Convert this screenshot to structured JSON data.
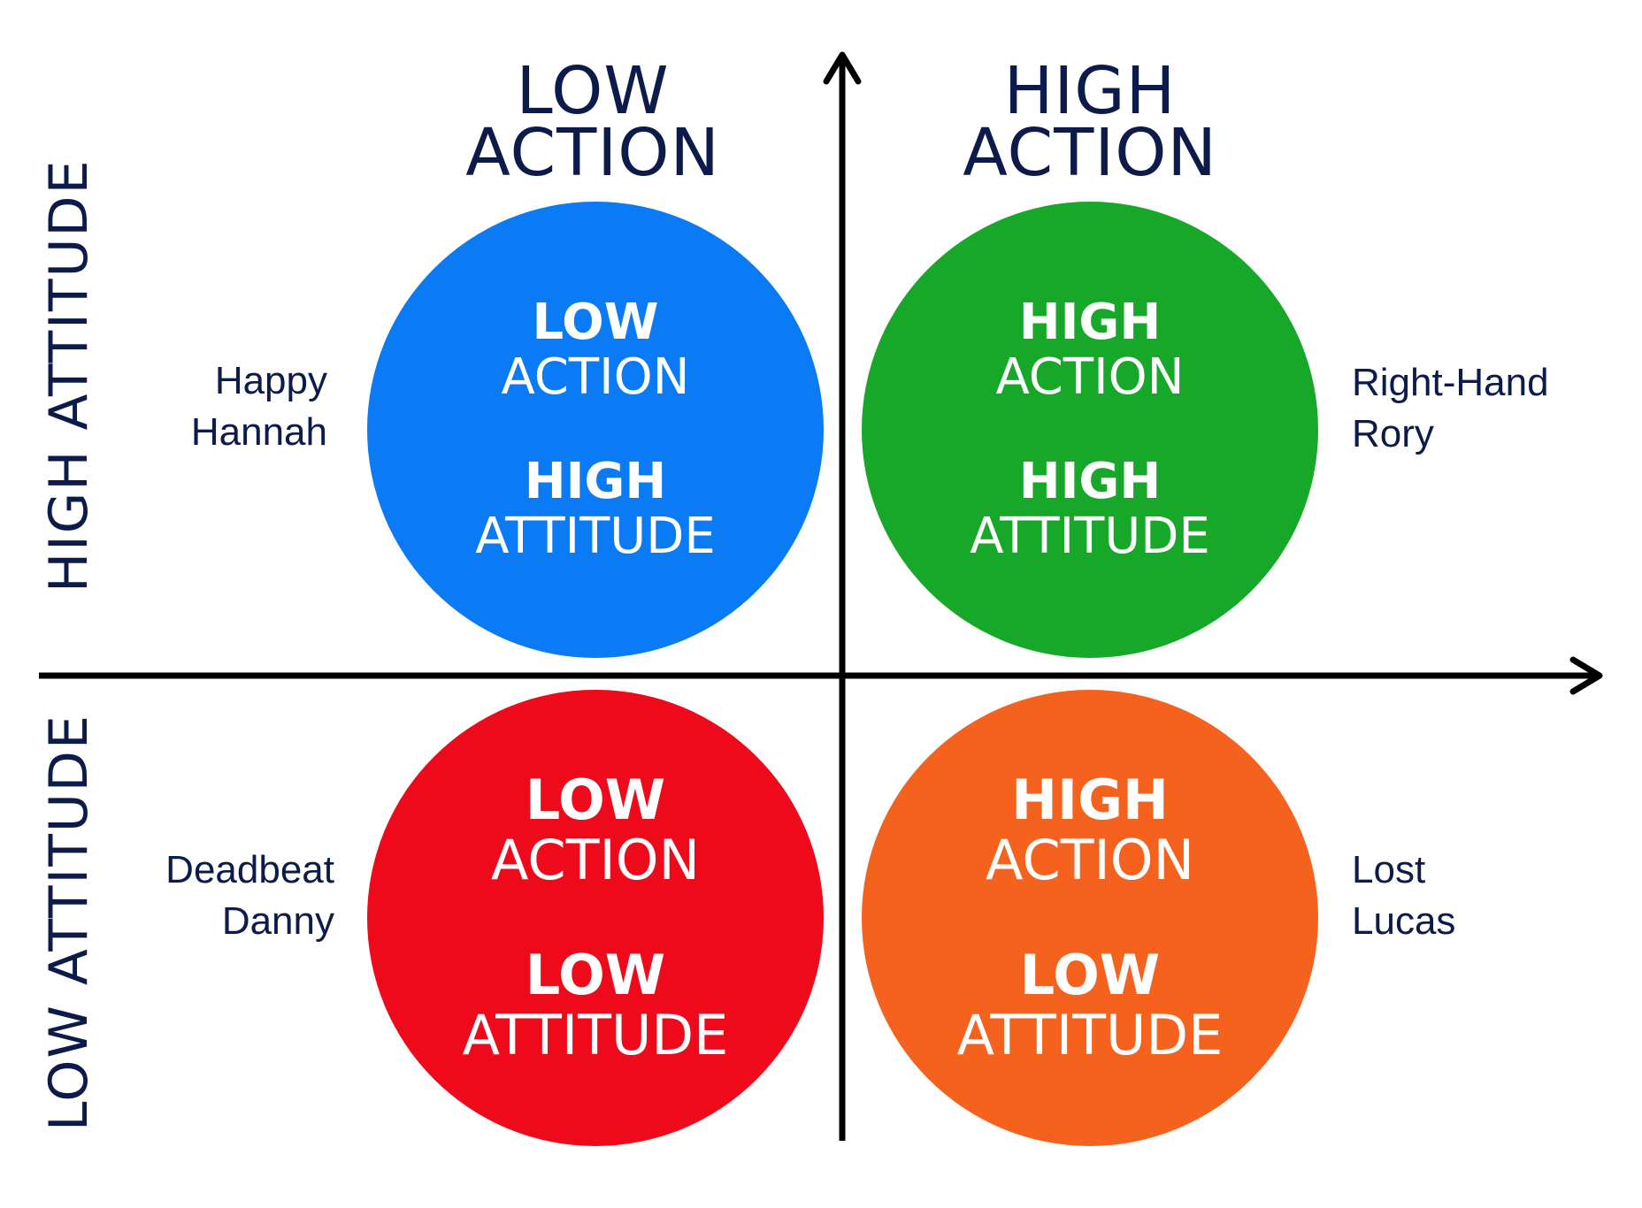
{
  "columns": {
    "low_action": [
      "LOW",
      "ACTION"
    ],
    "high_action": [
      "HIGH",
      "ACTION"
    ]
  },
  "rows": {
    "high_attitude": "HIGH ATTITUDE",
    "low_attitude": "LOW ATTITUDE"
  },
  "colors": {
    "text": "#0d1b4b",
    "axis": "#000000",
    "blue": "#0a7bf5",
    "green": "#17a82a",
    "red": "#ee0a1b",
    "orange": "#f5621e"
  },
  "quadrants": {
    "top_left": {
      "persona": [
        "Happy",
        "Hannah"
      ],
      "action_level": "LOW",
      "action_word": "ACTION",
      "attitude_level": "HIGH",
      "attitude_word": "ATTITUDE"
    },
    "top_right": {
      "persona": [
        "Right-Hand",
        "Rory"
      ],
      "action_level": "HIGH",
      "action_word": "ACTION",
      "attitude_level": "HIGH",
      "attitude_word": "ATTITUDE"
    },
    "bottom_left": {
      "persona": [
        "Deadbeat",
        "Danny"
      ],
      "action_level": "LOW",
      "action_word": "ACTION",
      "attitude_level": "LOW",
      "attitude_word": "ATTITUDE"
    },
    "bottom_right": {
      "persona": [
        "Lost",
        "Lucas"
      ],
      "action_level": "HIGH",
      "action_word": "ACTION",
      "attitude_level": "LOW",
      "attitude_word": "ATTITUDE"
    }
  }
}
